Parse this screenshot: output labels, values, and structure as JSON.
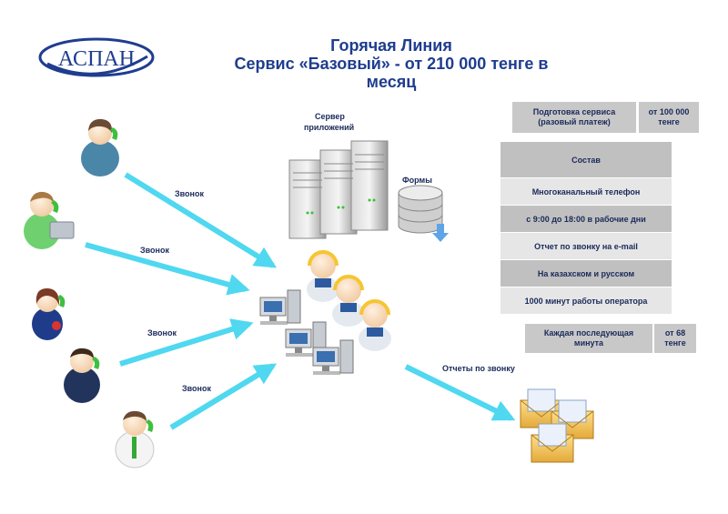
{
  "logo": {
    "text": "АСПАН"
  },
  "title": {
    "line1": "Горячая Линия",
    "line2": "Сервис «Базовый» - от 210 000 тенге в",
    "line3": "месяц"
  },
  "server_label_1": "Сервер",
  "server_label_2": "приложений",
  "forms_label": "Формы",
  "call_labels": [
    "Звонок",
    "Звонок",
    "Звонок",
    "Звонок"
  ],
  "reports_label": "Отчеты по звонку",
  "setup": {
    "label_1": "Подготовка сервиса",
    "label_2": "(разовый платеж)",
    "price_1": "от 100 000",
    "price_2": "тенге"
  },
  "composition": {
    "header": "Состав",
    "items": [
      "Многоканальный телефон",
      "с 9:00 до 18:00 в рабочие дни",
      "Отчет по звонку на e-mail",
      "На казахском и русском",
      "1000 минут работы оператора"
    ]
  },
  "extra": {
    "label_1": "Каждая последующая",
    "label_2": "минута",
    "price_1": "от 68",
    "price_2": "тенге"
  },
  "colors": {
    "arrow": "#4fd8f0",
    "title": "#1f3d8f",
    "logo": "#1f3d8f",
    "headset": "#f6c531",
    "envelope": "#f2c45a"
  }
}
